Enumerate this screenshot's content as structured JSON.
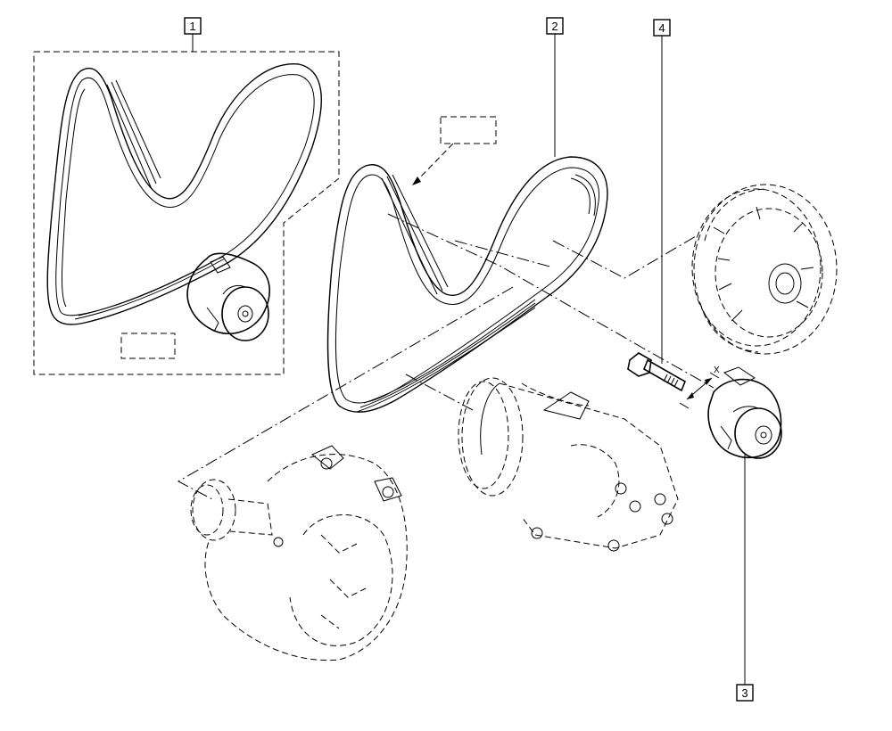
{
  "callouts": [
    {
      "id": "1",
      "label": "1"
    },
    {
      "id": "2",
      "label": "2"
    },
    {
      "id": "3",
      "label": "3"
    },
    {
      "id": "4",
      "label": "4"
    }
  ],
  "dimension_label": "X",
  "icons": [
    "belt-kit",
    "accessory-belt",
    "tensioner-roller",
    "tensioner-bolt",
    "crankshaft-pulley",
    "alternator",
    "ac-compressor"
  ]
}
